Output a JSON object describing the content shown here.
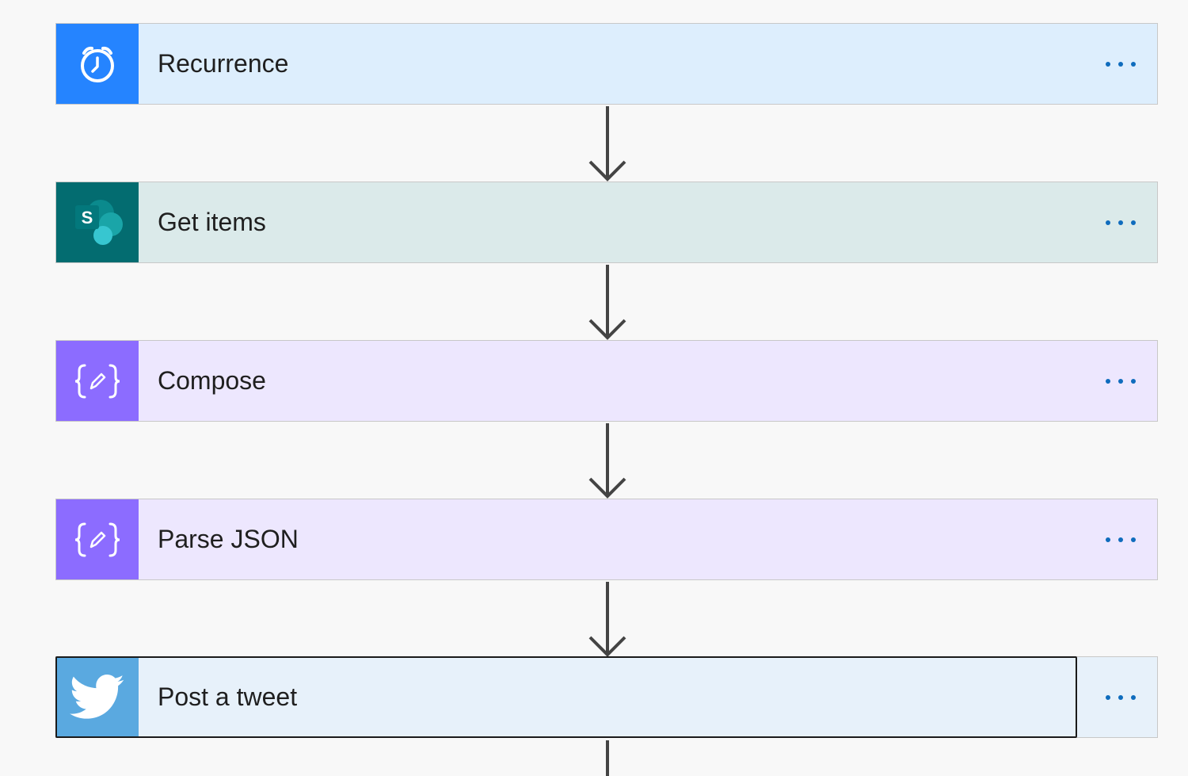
{
  "flow": {
    "steps": [
      {
        "label": "Recurrence",
        "icon": "alarm-clock-icon",
        "icon_bg": "#2584ff",
        "card_bg": "#ddeefd"
      },
      {
        "label": "Get items",
        "icon": "sharepoint-icon",
        "icon_bg": "#036c70",
        "card_bg": "#dbeaea"
      },
      {
        "label": "Compose",
        "icon": "data-operation-icon",
        "icon_bg": "#8c6cff",
        "card_bg": "#ede7fe"
      },
      {
        "label": "Parse JSON",
        "icon": "data-operation-icon",
        "icon_bg": "#8c6cff",
        "card_bg": "#ede7fe"
      },
      {
        "label": "Post a tweet",
        "icon": "twitter-bird-icon",
        "icon_bg": "#5aa9e0",
        "card_bg": "#e7f1fa",
        "selected": true
      }
    ],
    "more_icon": "ellipsis-icon",
    "accent": "#0f6cbd"
  }
}
